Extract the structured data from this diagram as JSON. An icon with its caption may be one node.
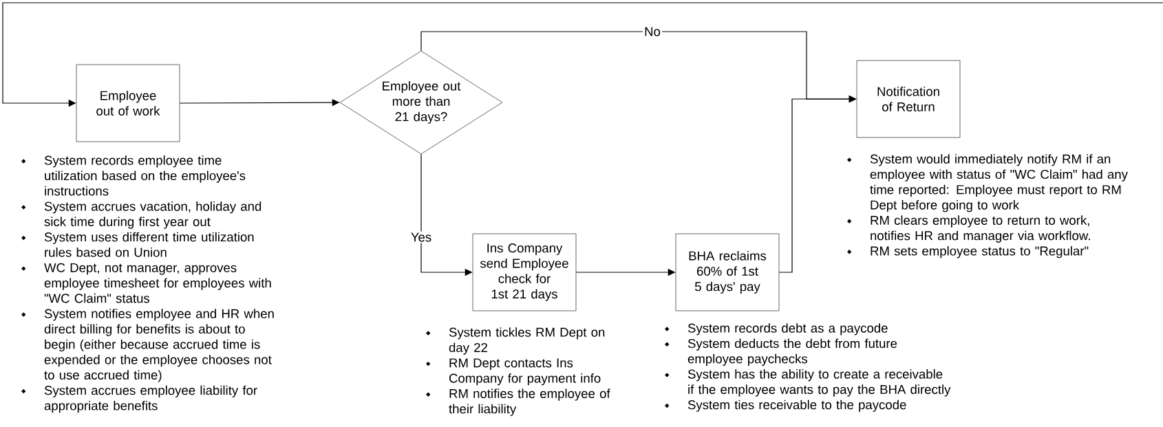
{
  "diagram": {
    "nodes": [
      {
        "text": [
          "Employee out of work"
        ],
        "beside": [
          "System records employee time utilization based on the employee's instructions",
          "System accrues vacation, holiday and sick time during first year out",
          "System uses different time utilization rules based on Union",
          "WC Dept, not manager, approves employee timesheet for employees with \"WC Claim\" status",
          "System notifies employee and HR when direct billing for benefits is about to begin (either because accrued time is expended or the employee chooses not to use accrued time)",
          "System accrues employee liability for appropriate benefits"
        ]
      },
      {
        "text": [
          "Employee out more than 21 days?"
        ]
      },
      {
        "text": [
          "Ins Company send Employee check for 1st 21 days"
        ],
        "beside": [
          "System tickles RM Dept on day 22",
          "RM Dept contacts Ins Company for payment info",
          "RM notifies the employee of their liability"
        ]
      },
      {
        "text": [
          "BHA reclaims 60% of 1st 5 days' pay"
        ],
        "beside": [
          "System records debt as a paycode",
          "System deducts the debt from future employee paychecks",
          "System has the ability to create a receivable if the employee wants to pay the BHA directly",
          "System ties receivable to the paycode"
        ]
      },
      {
        "text": [
          "Notification of Return"
        ],
        "beside": [
          "System would immediately notify RM if an employee with status of \"WC Claim\" had any time reported:  Employee must report to RM Dept before going to work",
          "RM clears employee to return to work, notifies HR and manager via workflow.",
          "RM sets employee status to \"Regular\""
        ]
      }
    ],
    "edges": [
      {
        "from": null,
        "to": 0,
        "arrow": "to"
      },
      {
        "from": 0,
        "to": 1,
        "arrow": "to"
      },
      {
        "from": 1,
        "to": 4,
        "arrow": "to",
        "label": "No"
      },
      {
        "from": 1,
        "to": 2,
        "arrow": "to",
        "label": "Yes"
      },
      {
        "from": 2,
        "to": 3,
        "arrow": "to"
      },
      {
        "from": 3,
        "to": 4,
        "arrow": "to"
      }
    ]
  }
}
